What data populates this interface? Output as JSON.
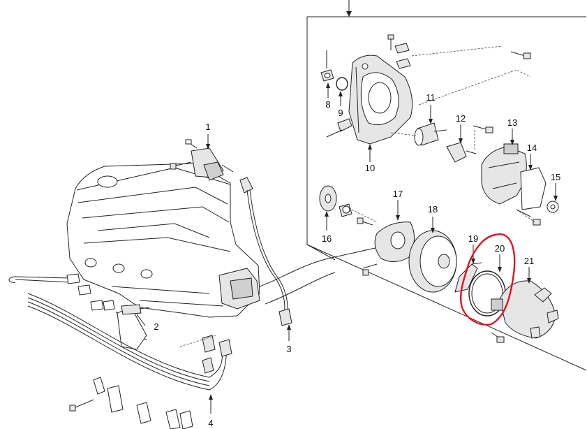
{
  "callouts": {
    "c1": "1",
    "c2": "2",
    "c3": "3",
    "c4": "4",
    "c8": "8",
    "c9": "9",
    "c10": "10",
    "c11": "11",
    "c12": "12",
    "c13": "13",
    "c14": "14",
    "c15": "15",
    "c16": "16",
    "c17": "17",
    "c18": "18",
    "c19": "19",
    "c20": "20",
    "c21": "21"
  },
  "highlight": {
    "target": "20",
    "color": "#e1141c"
  }
}
